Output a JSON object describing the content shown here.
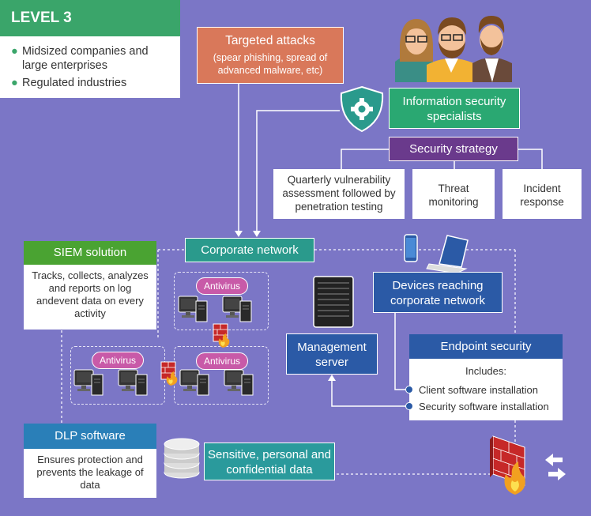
{
  "level": {
    "title": "LEVEL 3",
    "bullets": [
      "Midsized companies and large enterprises",
      "Regulated industries"
    ]
  },
  "targeted": {
    "title": "Targeted attacks",
    "subtitle": "(spear phishing, spread of advanced malware, etc)"
  },
  "infosec": {
    "label": "Information security specialists"
  },
  "strategy": {
    "label": "Security strategy",
    "items": [
      "Quarterly vulnerability assessment followed by penetration testing",
      "Threat monitoring",
      "Incident response"
    ]
  },
  "corporate_network": {
    "label": "Corporate network"
  },
  "siem": {
    "title": "SIEM solution",
    "body": "Tracks, collects, analyzes and reports on log andevent data on every activity"
  },
  "antivirus": {
    "label": "Antivirus"
  },
  "management": {
    "label": "Management server"
  },
  "devices": {
    "label": "Devices reaching corporate network"
  },
  "endpoint": {
    "title": "Endpoint security",
    "includes": "Includes:",
    "items": [
      "Client software installation",
      "Security software installation"
    ]
  },
  "dlp": {
    "title": "DLP software",
    "body": "Ensures protection and prevents the leakage of data"
  },
  "sensitive": {
    "label": "Sensitive, personal and confidential data"
  },
  "colors": {
    "background": "#7b76c6",
    "green": "#3aa56a",
    "orange": "#d9785a",
    "teal": "#2a9a8c",
    "purple": "#6a3a8c",
    "blue": "#2b5aa6",
    "pink": "#c85aa8"
  }
}
